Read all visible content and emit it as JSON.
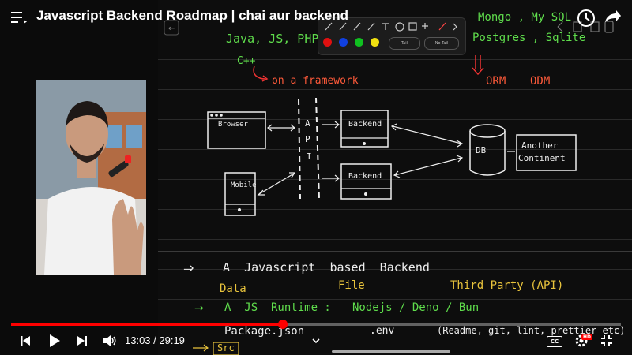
{
  "video": {
    "title": "Javascript Backend Roadmap | chai aur backend",
    "time": "13:03 / 29:19",
    "progress_fraction": 0.445
  },
  "toolbar": {
    "colors": [
      "#e01010",
      "#1040e0",
      "#10c020",
      "#f0e010"
    ],
    "tail_label": "Tail",
    "no_tail_label": "No Tail"
  },
  "board": {
    "langs": "Java, JS, PHP",
    "cpp": "C++",
    "framework": "on a framework",
    "dbs_top": "Mongo , My SQL",
    "dbs_mid": "Postgres , Sqlite",
    "orm": "ORM",
    "odm": "ODM",
    "browser": "Browser",
    "api_a": "A",
    "api_p": "P",
    "api_i": "I",
    "backend1": "Backend",
    "backend2": "Backend",
    "mobile": "Mobile",
    "db": "DB",
    "another_continent_1": "Another",
    "another_continent_2": "Continent",
    "arrow_symbol": "⇒",
    "js_backend": "A  Javascript  based  Backend",
    "data": "Data",
    "file": "File",
    "third_party": "Third Party (API)",
    "runtime_arrow": "→",
    "runtime": "A  JS  Runtime :",
    "runtimes": "Nodejs / Deno / Bun",
    "package": "Package.json",
    "env": ".env",
    "readme": "(Readme, git, lint, prettier etc)",
    "src": "Src"
  }
}
